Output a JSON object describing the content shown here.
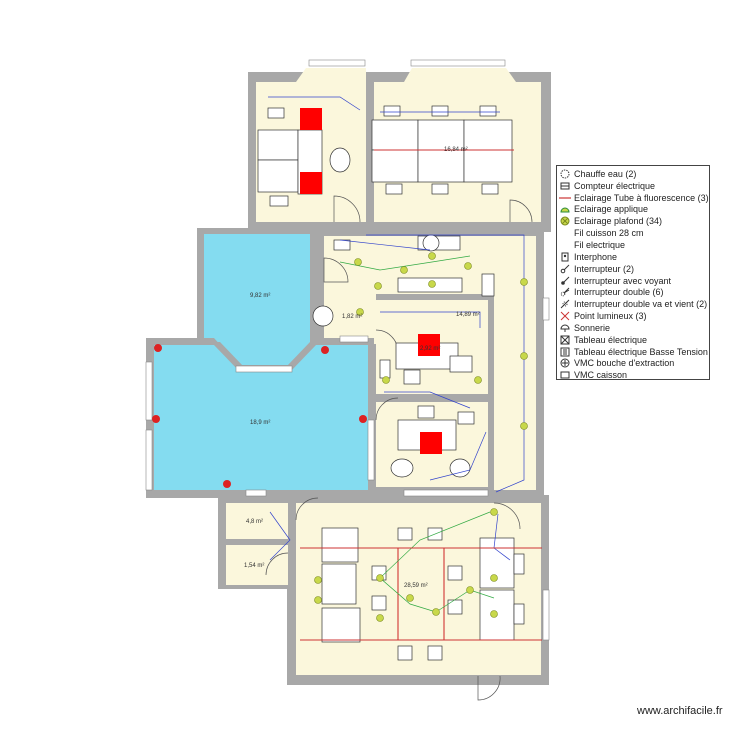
{
  "legend": {
    "items": [
      {
        "label": "Chauffe eau (2)",
        "icon": "water-heater-icon"
      },
      {
        "label": "Compteur électrique",
        "icon": "electric-meter-icon"
      },
      {
        "label": "Eclairage Tube à fluorescence (3)",
        "icon": "fluorescent-tube-icon"
      },
      {
        "label": "Eclairage applique",
        "icon": "wall-light-icon"
      },
      {
        "label": "Eclairage plafond (34)",
        "icon": "ceiling-light-icon"
      },
      {
        "label": "Fil cuisson 28 cm",
        "icon": "cooking-wire-icon"
      },
      {
        "label": "Fil electrique",
        "icon": "electric-wire-icon"
      },
      {
        "label": "Interphone",
        "icon": "intercom-icon"
      },
      {
        "label": "Interrupteur (2)",
        "icon": "switch-icon"
      },
      {
        "label": "Interrupteur avec voyant",
        "icon": "switch-indicator-icon"
      },
      {
        "label": "Interrupteur double (6)",
        "icon": "double-switch-icon"
      },
      {
        "label": "Interrupteur double va et vient (2)",
        "icon": "double-two-way-switch-icon"
      },
      {
        "label": "Point lumineux (3)",
        "icon": "light-point-icon"
      },
      {
        "label": "Sonnerie",
        "icon": "bell-icon"
      },
      {
        "label": "Tableau électrique",
        "icon": "electric-panel-icon"
      },
      {
        "label": "Tableau électrique Basse Tension",
        "icon": "low-voltage-panel-icon"
      },
      {
        "label": "VMC bouche d'extraction",
        "icon": "vmc-extraction-icon"
      },
      {
        "label": "VMC caisson",
        "icon": "vmc-box-icon"
      }
    ]
  },
  "rooms": {
    "room_a": "9,82 m²",
    "room_b": "18,9 m²",
    "room_c": "16,84 m²",
    "room_d": "14,89 m²",
    "room_e": "1,82 m²",
    "room_f": "2,92 m²",
    "room_g": "4,8 m²",
    "room_h": "1,54 m²",
    "room_i": "28,59 m²"
  },
  "colors": {
    "wall": "#a8a8a8",
    "floor": "#fbf7dc",
    "pool": "#84dcf0",
    "red_block": "#ff0000",
    "legend_border": "#444444"
  },
  "credit": "www.archifacile.fr"
}
